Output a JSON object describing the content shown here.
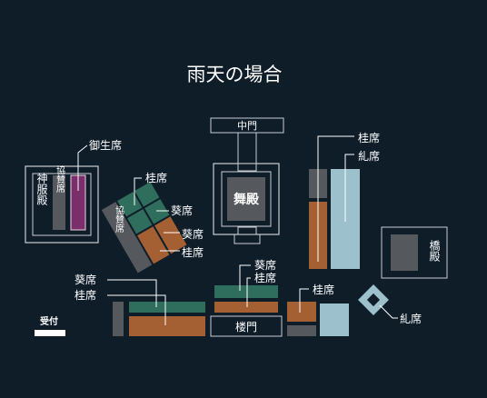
{
  "title": "雨天の場合",
  "colors": {
    "background": "#0f1d29",
    "outline": "#c9cdd1",
    "text": "#ffffff",
    "green": "#2f6e5c",
    "orange": "#a45f33",
    "lightblue": "#9cc0cc",
    "gray": "#55585d",
    "purple": "#7a2e6a",
    "dark_box": "#1c2228"
  },
  "buildings": {
    "shinpuku": "神服殿",
    "chumon": "中門",
    "butoden": "舞殿",
    "romon": "楼門",
    "kyoden": "橋殿"
  },
  "seats": {
    "kyosan_left": "協賛席",
    "kyosan_tilt": "協賛席"
  },
  "labels": {
    "gyosei": "御生席",
    "katsura_tilt": "桂席",
    "aoi_tilt_1": "葵席",
    "aoi_tilt_2": "葵席",
    "katsura_tilt_2": "桂席",
    "aoi_center": "葵席",
    "katsura_center": "桂席",
    "aoi_left": "葵席",
    "katsura_left": "桂席",
    "katsura_right": "桂席",
    "nori_right": "糺席",
    "katsura_mid": "桂席",
    "nori_bottom": "糺席"
  },
  "reception": "受付"
}
